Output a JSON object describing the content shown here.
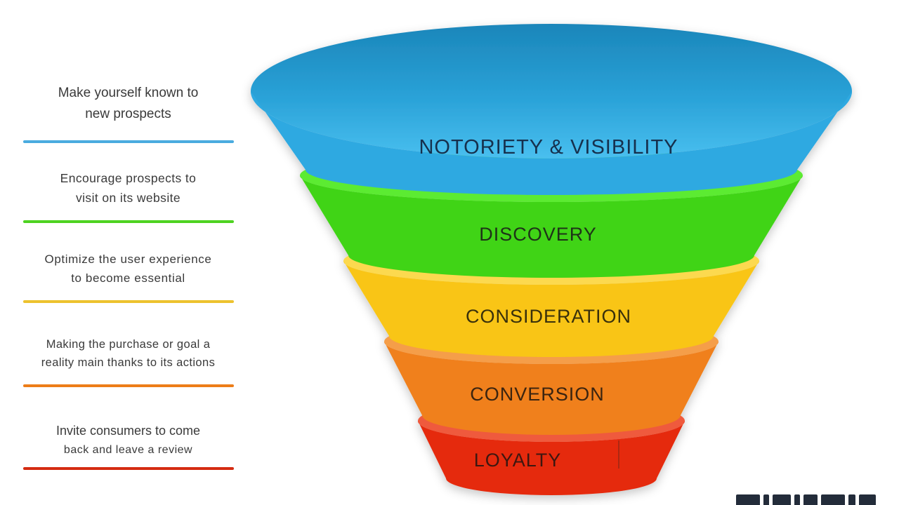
{
  "funnel": {
    "stages": [
      {
        "label": "NOTORIETY & VISIBILITY",
        "color": "#2fa9e1",
        "rim": "#1f8fc2",
        "text_color": "#16304d"
      },
      {
        "label": "DISCOVERY",
        "color": "#3fd414",
        "rim": "#5ceb33",
        "text_color": "#1e3318"
      },
      {
        "label": "CONSIDERATION",
        "color": "#f9c513",
        "rim": "#fcd94f",
        "text_color": "#39300b"
      },
      {
        "label": "CONVERSION",
        "color": "#f0801c",
        "rim": "#f59e4a",
        "text_color": "#3b2410"
      },
      {
        "label": "LOYALTY",
        "color": "#e52c10",
        "rim": "#ef5a3d",
        "text_color": "#3d1710"
      }
    ]
  },
  "annotations": [
    {
      "line1": "Make yourself known to",
      "line2": "new prospects",
      "color": "#4aabdf"
    },
    {
      "line1": "Encourage prospects to",
      "line2": "visit on its website",
      "color": "#4ed321"
    },
    {
      "line1": "Optimize the user experience",
      "line2": "to become essential",
      "color": "#edc22e"
    },
    {
      "line1": "Making the purchase or goal a",
      "line2": "reality main thanks to its actions",
      "color": "#ed7d18"
    },
    {
      "line1": "Invite consumers to come",
      "line2": "back and leave a review",
      "color": "#d42b12"
    }
  ]
}
